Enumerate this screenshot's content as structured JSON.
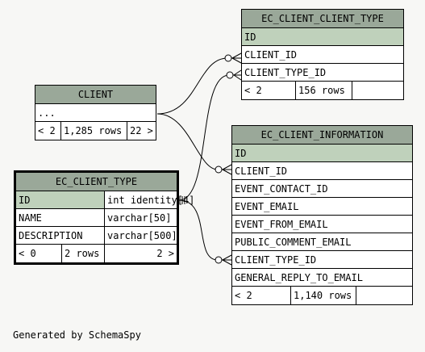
{
  "tables": {
    "client_client_type": {
      "name": "EC_CLIENT_CLIENT_TYPE",
      "columns": [
        "ID",
        "CLIENT_ID",
        "CLIENT_TYPE_ID"
      ],
      "footer": {
        "prev": "< 2",
        "rows": "156 rows",
        "next": ""
      }
    },
    "client": {
      "name": "CLIENT",
      "columns": [
        "..."
      ],
      "footer": {
        "prev": "< 2",
        "rows": "1,285 rows",
        "next": "22 >"
      }
    },
    "client_information": {
      "name": "EC_CLIENT_INFORMATION",
      "columns": [
        "ID",
        "CLIENT_ID",
        "EVENT_CONTACT_ID",
        "EVENT_EMAIL",
        "EVENT_FROM_EMAIL",
        "PUBLIC_COMMENT_EMAIL",
        "CLIENT_TYPE_ID",
        "GENERAL_REPLY_TO_EMAIL"
      ],
      "footer": {
        "prev": "< 2",
        "rows": "1,140 rows",
        "next": ""
      }
    },
    "client_type": {
      "name": "EC_CLIENT_TYPE",
      "columns": [
        {
          "name": "ID",
          "type": "int identity[4]"
        },
        {
          "name": "NAME",
          "type": "varchar[50]"
        },
        {
          "name": "DESCRIPTION",
          "type": "varchar[500]"
        }
      ],
      "footer": {
        "prev": "< 0",
        "rows": "2 rows",
        "next": "2 >"
      }
    }
  },
  "generated_by": "Generated by SchemaSpy",
  "colors": {
    "header": "#9aa899",
    "primary_key": "#bfd1bb",
    "background": "#f7f7f5"
  }
}
